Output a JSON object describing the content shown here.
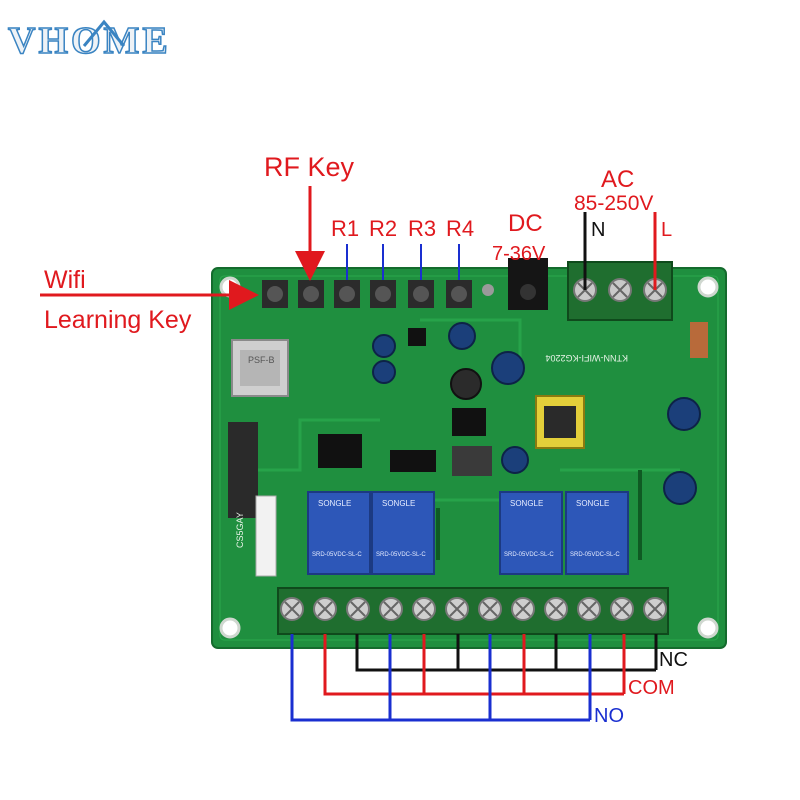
{
  "brand": {
    "logo_text": "VHOME"
  },
  "labels": {
    "rf_key": "RF Key",
    "wifi": "Wifi",
    "learning_key": "Learning Key",
    "r1": "R1",
    "r2": "R2",
    "r3": "R3",
    "r4": "R4",
    "dc": "DC",
    "dc_range": "7-36V",
    "ac": "AC",
    "ac_range": "85-250V",
    "n": "N",
    "l": "L",
    "nc": "NC",
    "com": "COM",
    "no": "NO"
  },
  "board": {
    "model_text": "KTNN-WIFI-KG2204",
    "module_text": "PSF-B",
    "side_text": "CS5GAY",
    "relays": [
      {
        "brand": "SONGLE",
        "model": "SRD-05VDC-SL-C"
      },
      {
        "brand": "SONGLE",
        "model": "SRD-05VDC-SL-C"
      },
      {
        "brand": "SONGLE",
        "model": "SRD-05VDC-SL-C"
      },
      {
        "brand": "SONGLE",
        "model": "SRD-05VDC-SL-C"
      }
    ]
  },
  "colors": {
    "pcb": "#1f8f3f",
    "wire_nc": "#111111",
    "wire_com": "#e0191e",
    "wire_no": "#1a2fd0",
    "relay": "#2d57b8"
  }
}
